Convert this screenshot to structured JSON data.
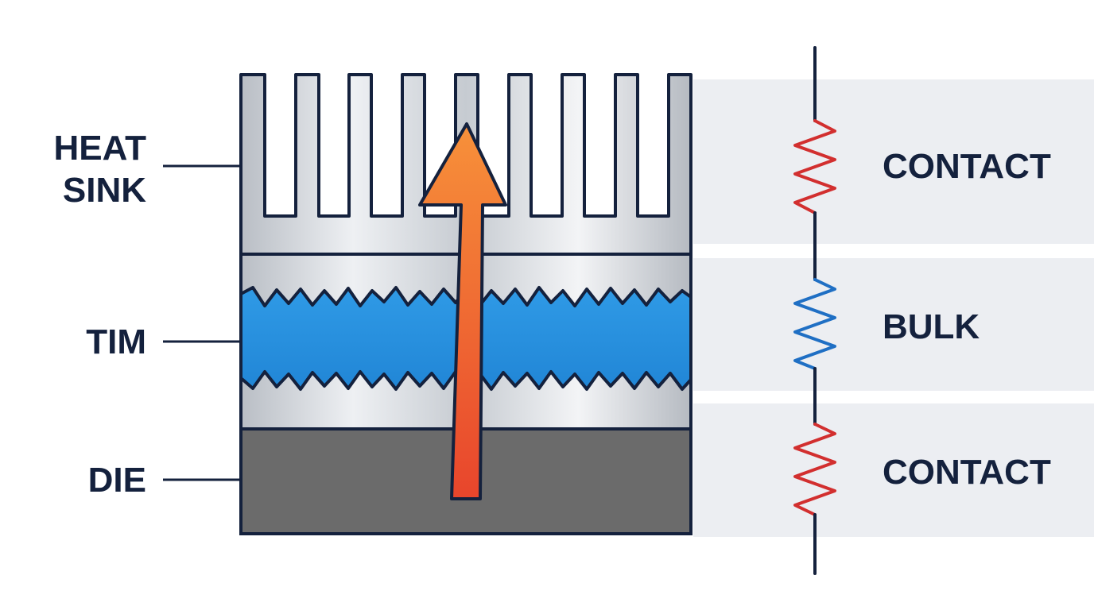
{
  "left_labels": {
    "heat_sink_line1": "HEAT",
    "heat_sink_line2": "SINK",
    "tim": "TIM",
    "die": "DIE"
  },
  "right_labels": {
    "top": "CONTACT",
    "middle": "BULK",
    "bottom": "CONTACT"
  },
  "colors": {
    "outline": "#14213d",
    "metal": "#d9dde2",
    "tim_fill": "#2b93e0",
    "die_fill": "#6b6b6b",
    "arrow_top": "#f58a30",
    "arrow_bottom": "#e8452c",
    "contact_resistor": "#d22f2f",
    "bulk_resistor": "#1f6fc4",
    "band": "#eceef2"
  }
}
